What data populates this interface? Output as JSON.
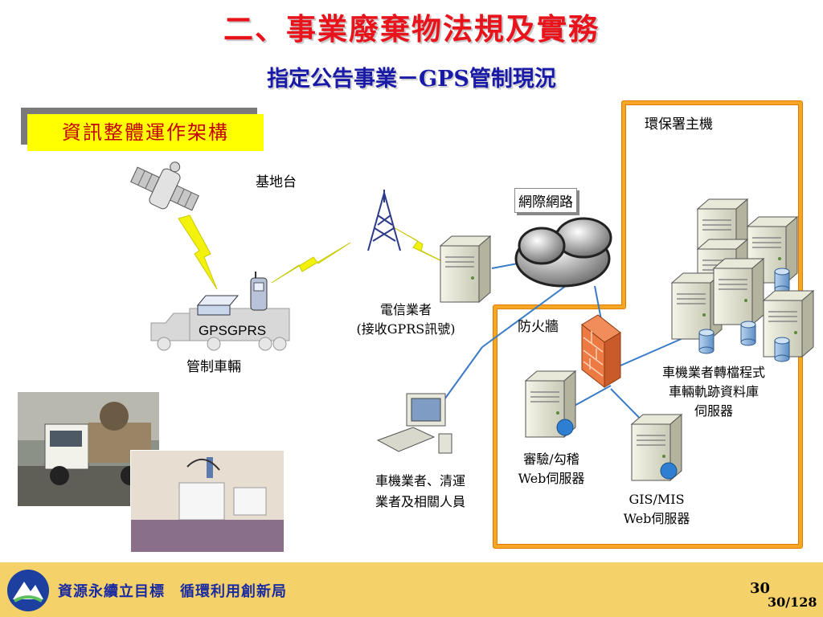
{
  "title": "二、事業廢棄物法規及實務",
  "subtitle": "指定公告事業－GPS管制現況",
  "section_tag": "資訊整體運作架構",
  "labels": {
    "epa_host": "環保署主機",
    "base_station": "基地台",
    "internet": "網際網路",
    "firewall": "防火牆",
    "telecom_line1": "電信業者",
    "telecom_line2": "(接收GPRS訊號)",
    "controlled_vehicle": "管制車輛",
    "gps": "GPS",
    "gprs": "GPRS",
    "converter_line1": "車機業者轉檔程式",
    "converter_line2": "車輛軌跡資料庫",
    "converter_line3": "伺服器",
    "audit_line1": "審驗/勾稽",
    "audit_line2": "Web伺服器",
    "gis_line1": "GIS/MIS",
    "gis_line2": "Web伺服器",
    "users_line1": "車機業者、清運",
    "users_line2": "業者及相關人員"
  },
  "footer": {
    "org_name": "資源永續立目標　循環利用創新局",
    "page_number": "30",
    "page_total": "30/128"
  },
  "colors": {
    "title": "#e8131b",
    "subtitle": "#1a1aa8",
    "frame": "#f5a623",
    "footer_bg": "#f5d16a",
    "tag_bg": "#ffff00"
  },
  "icons": [
    "satellite-icon",
    "antenna-tower-icon",
    "lightning-bolt-icon",
    "gps-device-icon",
    "mobile-phone-icon",
    "truck-icon",
    "server-icon",
    "cloud-icon",
    "firewall-icon",
    "database-icon",
    "desktop-computer-icon",
    "globe-icon",
    "logo-icon"
  ]
}
